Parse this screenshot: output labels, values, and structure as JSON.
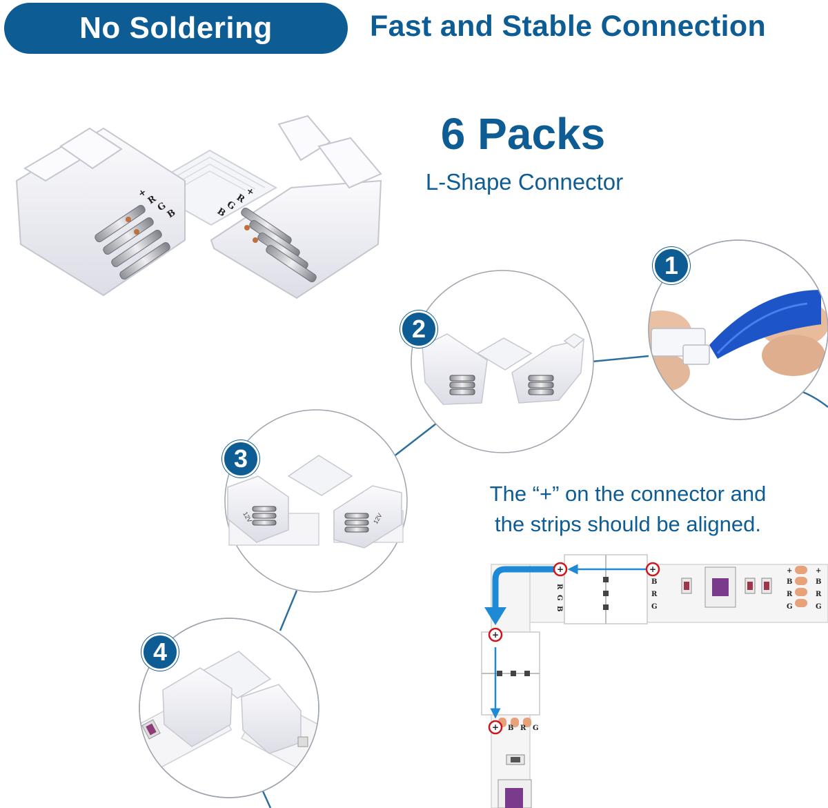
{
  "header": {
    "badge_text": "No Soldering",
    "tagline": "Fast and Stable Connection"
  },
  "product": {
    "quantity": "6 Packs",
    "name": "L-Shape Connector"
  },
  "steps": [
    "1",
    "2",
    "3",
    "4"
  ],
  "note": {
    "line1": "The “+” on the connector and",
    "line2": "the strips should be aligned."
  },
  "pin_labels": [
    "+",
    "R",
    "G",
    "B"
  ],
  "strip_pin_labels": [
    "+",
    "B",
    "R",
    "G"
  ],
  "voltage_label": "12V",
  "colors": {
    "brand_blue": "#0d5c94",
    "arrow_blue": "#1e8ad6",
    "marker_red": "#d0141c",
    "pad_copper": "#e8a27a"
  }
}
